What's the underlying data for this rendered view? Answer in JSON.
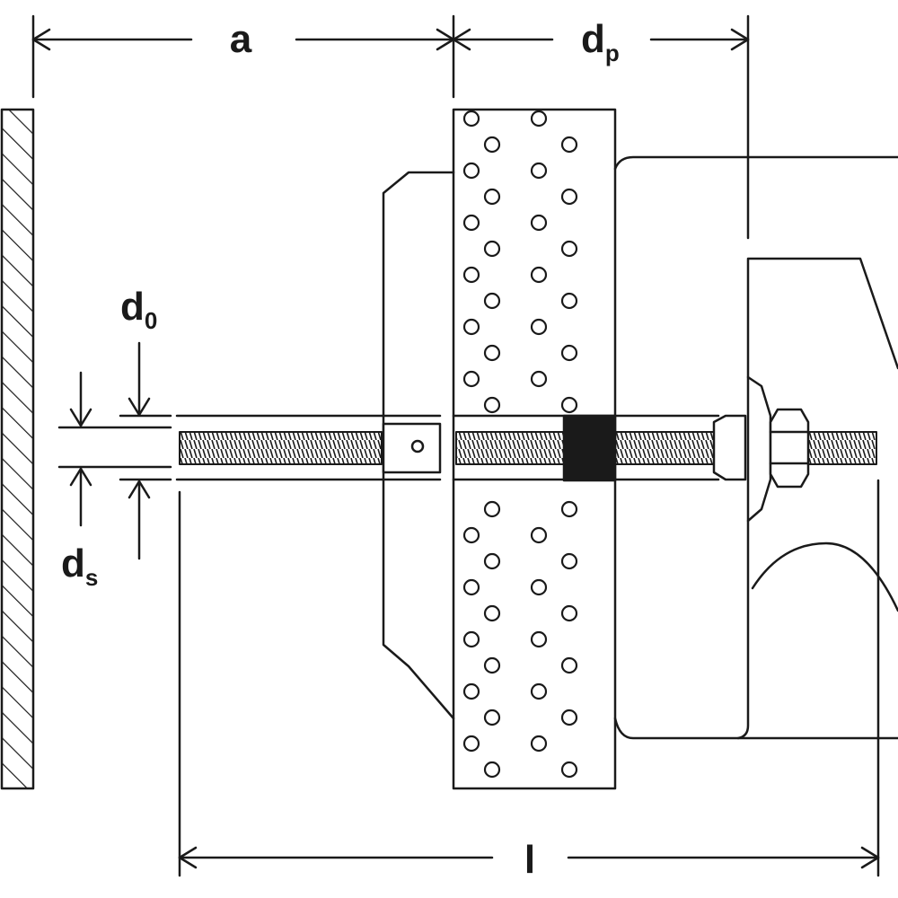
{
  "dimensions": {
    "a": "a",
    "dp": {
      "main": "d",
      "sub": "p"
    },
    "d0": {
      "main": "d",
      "sub": "0"
    },
    "ds": {
      "main": "d",
      "sub": "s"
    },
    "l": "l"
  },
  "colors": {
    "ink": "#1a1a1a",
    "paper": "#ffffff",
    "plug": "#1a1a1a"
  }
}
